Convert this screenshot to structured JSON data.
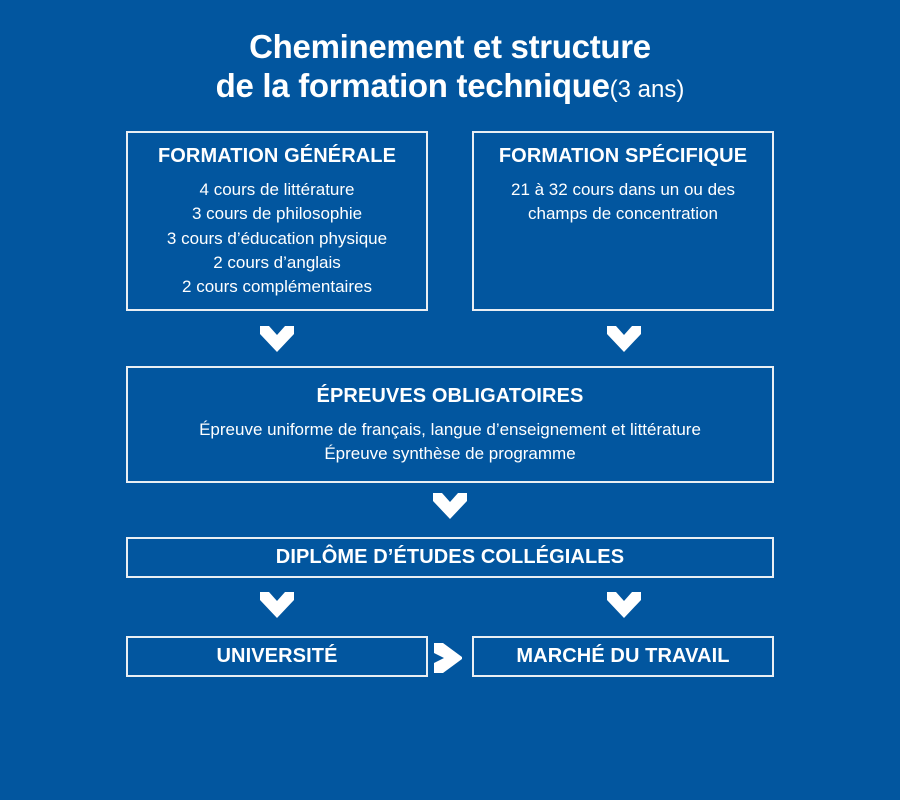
{
  "title": {
    "line1": "Cheminement et structure",
    "line2": "de la formation technique",
    "suffix": "(3 ans)"
  },
  "colors": {
    "background": "#02569F",
    "border": "#e9eef3",
    "text": "#ffffff"
  },
  "boxes": {
    "formation_generale": {
      "heading": "FORMATION GÉNÉRALE",
      "lines": [
        "4 cours de littérature",
        "3 cours de philosophie",
        "3 cours d’éducation physique",
        "2 cours d’anglais",
        "2 cours complémentaires"
      ]
    },
    "formation_specifique": {
      "heading": "FORMATION SPÉCIFIQUE",
      "lines": [
        "21 à 32 cours dans un ou des champs de concentration"
      ]
    },
    "epreuves_obligatoires": {
      "heading": "ÉPREUVES OBLIGATOIRES",
      "lines": [
        "Épreuve uniforme de français, langue d’enseignement et littérature",
        "Épreuve synthèse de programme"
      ]
    },
    "diplome": {
      "heading": "DIPLÔME D’ÉTUDES COLLÉGIALES"
    },
    "universite": {
      "heading": "UNIVERSITÉ"
    },
    "marche_du_travail": {
      "heading": "MARCHÉ DU TRAVAIL"
    }
  },
  "arrows": {
    "down_from_generale": "chevron-down-icon",
    "down_from_specifique": "chevron-down-icon",
    "down_from_epreuves": "chevron-down-icon",
    "down_to_universite": "chevron-down-icon",
    "down_to_marche": "chevron-down-icon",
    "universite_to_marche": "chevron-right-icon"
  }
}
